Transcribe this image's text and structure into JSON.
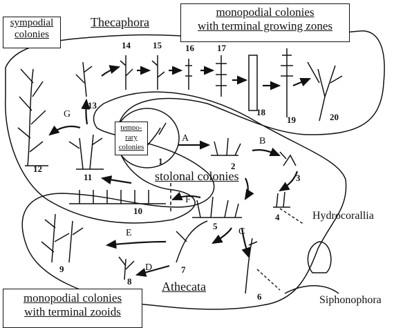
{
  "groups": {
    "sympodial": {
      "line1": "sympodial",
      "line2": "colonies"
    },
    "thecaphora": "Thecaphora",
    "mono_growing": {
      "line1": "monopodial colonies",
      "line2": "with terminal growing zones"
    },
    "temporary": {
      "line1": "tempo-",
      "line2": "rary",
      "line3": "colonies"
    },
    "stolonal": "stolonal colonies",
    "athecata": "Athecata",
    "mono_zooids": {
      "line1": "monopodial colonies",
      "line2": "with terminal zooids"
    }
  },
  "taxa": {
    "hydrocorallia": "Hydrocorallia",
    "siphonophora": "Siphonophora"
  },
  "numbers": [
    "1",
    "2",
    "3",
    "4",
    "5",
    "6",
    "7",
    "8",
    "9",
    "10",
    "11",
    "12",
    "13",
    "14",
    "15",
    "16",
    "17",
    "18",
    "19",
    "20"
  ],
  "transitions": [
    "A",
    "B",
    "C",
    "D",
    "E",
    "F",
    "G"
  ]
}
